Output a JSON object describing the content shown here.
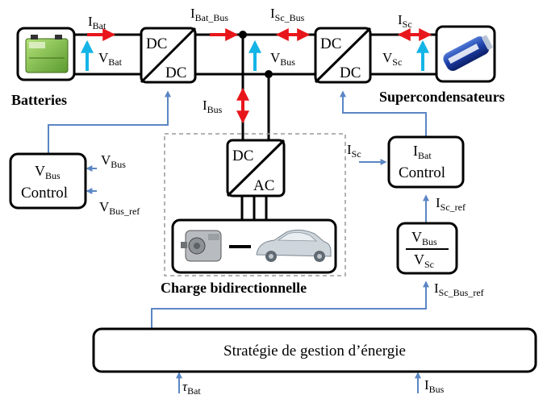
{
  "labels": {
    "i_bat": {
      "main": "I",
      "sub": "Bat"
    },
    "v_bat": {
      "main": "V",
      "sub": "Bat"
    },
    "i_bat_bus": {
      "main": "I",
      "sub": "Bat_Bus"
    },
    "i_sc_bus": {
      "main": "I",
      "sub": "Sc_Bus"
    },
    "v_bus": {
      "main": "V",
      "sub": "Bus"
    },
    "i_sc": {
      "main": "I",
      "sub": "Sc"
    },
    "v_sc": {
      "main": "V",
      "sub": "Sc"
    },
    "i_bus": {
      "main": "I",
      "sub": "Bus"
    },
    "batteries": "Batteries",
    "supercaps": "Supercondensateurs",
    "charge": "Charge bidirectionnelle"
  },
  "converters": {
    "left": {
      "top": "DC",
      "bottom": "DC"
    },
    "right": {
      "top": "DC",
      "bottom": "DC"
    },
    "inverter": {
      "top": "DC",
      "bottom": "AC"
    }
  },
  "vbus_control": {
    "line1": {
      "main": "V",
      "sub": "Bus"
    },
    "line2": "Control",
    "in1": {
      "main": "V",
      "sub": "Bus"
    },
    "in2": {
      "main": "V",
      "sub": "Bus_ref"
    }
  },
  "ibat_control": {
    "line1": {
      "main": "I",
      "sub": "Bat"
    },
    "line2": "Control",
    "in_isc": {
      "main": "I",
      "sub": "Sc"
    },
    "out_isc_ref": {
      "main": "I",
      "sub": "Sc_ref"
    }
  },
  "ratio_block": {
    "num": {
      "main": "V",
      "sub": "Bus"
    },
    "den": {
      "main": "V",
      "sub": "Sc"
    },
    "in": {
      "main": "I",
      "sub": "Sc_Bus_ref"
    }
  },
  "strategy": {
    "title": "Stratégie de gestion d’énergie",
    "in_tau": {
      "main": "τ",
      "sub": "Bat"
    },
    "in_ibus": {
      "main": "I",
      "sub": "Bus"
    }
  },
  "colors": {
    "red_arrow": "#e8161b",
    "cyan_arrow": "#14b4e6",
    "blue_line": "#5b86c4",
    "battery_green": "#7cc242",
    "supercap_blue": "#1d3fa8",
    "dashed": "#9a9a9a"
  }
}
